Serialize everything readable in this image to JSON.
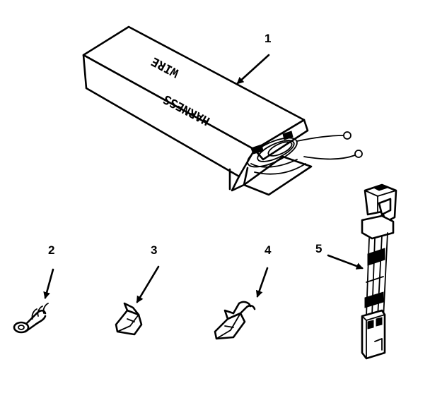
{
  "parts": [
    {
      "number": "1",
      "label_line1": "WIRE",
      "label_line2": "HARNESS"
    },
    {
      "number": "2"
    },
    {
      "number": "3"
    },
    {
      "number": "4"
    },
    {
      "number": "5"
    }
  ]
}
